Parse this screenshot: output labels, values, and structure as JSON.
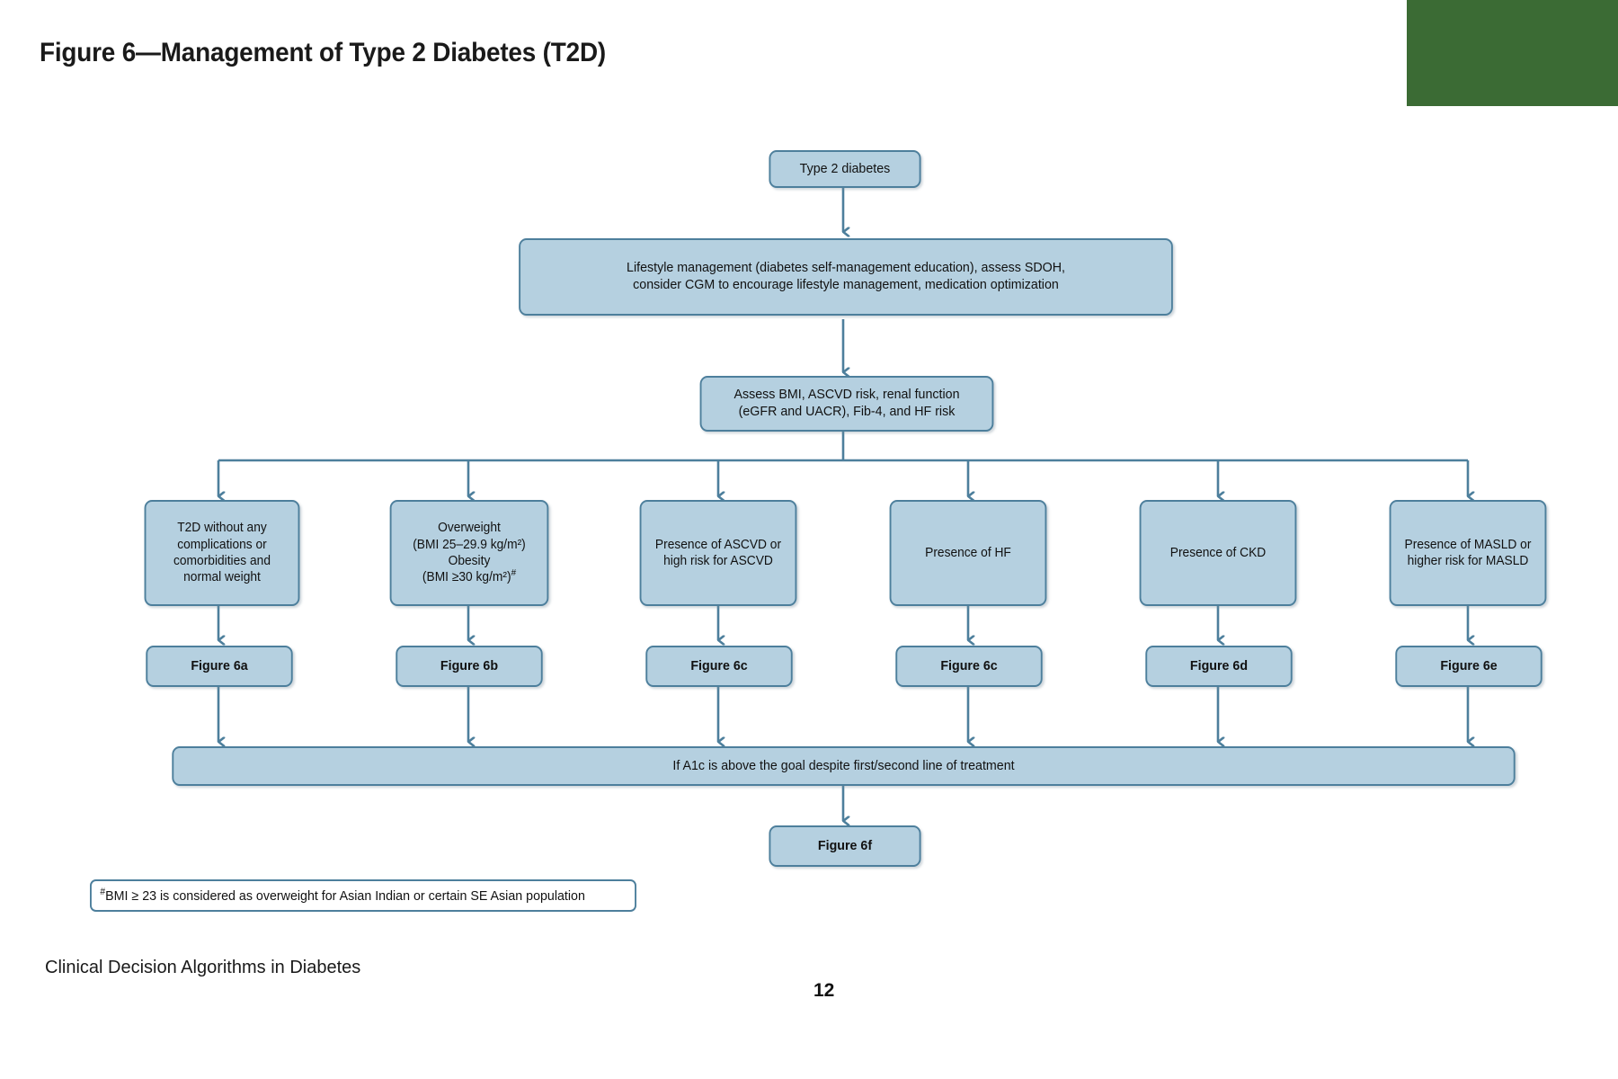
{
  "page": {
    "title": "Figure 6—Management of Type 2 Diabetes (T2D)",
    "footer_left": "Clinical Decision Algorithms in Diabetes",
    "page_number": "12",
    "accent_green": "#3b6b34",
    "box_fill": "#b5d0e0",
    "box_border": "#4d7f9c"
  },
  "nodes": {
    "root": {
      "label": "Type 2 diabetes"
    },
    "lifestyle": {
      "line1": "Lifestyle management (diabetes self-management education), assess SDOH,",
      "line2": "consider CGM to encourage lifestyle management, medication optimization"
    },
    "assess": {
      "line1": "Assess BMI, ASCVD risk, renal function",
      "line2": "(eGFR and UACR), Fib-4, and HF risk"
    },
    "branches": [
      {
        "id": "no-complications",
        "lines": [
          "T2D without any",
          "complications or",
          "comorbidities and",
          "normal weight"
        ],
        "figure": "Figure 6a"
      },
      {
        "id": "overweight-obesity",
        "lines": [
          "Overweight",
          "(BMI 25–29.9 kg/m²)",
          "Obesity",
          "(BMI ≥30 kg/m²)#"
        ],
        "figure": "Figure 6b"
      },
      {
        "id": "ascvd",
        "lines": [
          "Presence of ASCVD or",
          "high risk for ASCVD"
        ],
        "figure": "Figure 6c"
      },
      {
        "id": "hf",
        "lines": [
          "Presence of HF"
        ],
        "figure": "Figure 6c"
      },
      {
        "id": "ckd",
        "lines": [
          "Presence of CKD"
        ],
        "figure": "Figure 6d"
      },
      {
        "id": "masld",
        "lines": [
          "Presence of MASLD or",
          "higher risk for MASLD"
        ],
        "figure": "Figure 6e"
      }
    ],
    "a1c": {
      "label": "If A1c is above the goal despite first/second line of treatment"
    },
    "final": {
      "label": "Figure 6f"
    },
    "footnote": {
      "text": "#BMI ≥ 23 is considered as overweight for Asian Indian or certain SE Asian population"
    }
  },
  "chart_data": {
    "type": "flowchart",
    "title": "Figure 6—Management of Type 2 Diabetes (T2D)",
    "flow": [
      {
        "from": "Type 2 diabetes",
        "to": "Lifestyle management (diabetes self-management education), assess SDOH, consider CGM to encourage lifestyle management, medication optimization"
      },
      {
        "from": "Lifestyle management",
        "to": "Assess BMI, ASCVD risk, renal function (eGFR and UACR), Fib-4, and HF risk"
      },
      {
        "from": "Assess BMI, ASCVD risk, renal function",
        "to": "T2D without any complications or comorbidities and normal weight"
      },
      {
        "from": "Assess BMI, ASCVD risk, renal function",
        "to": "Overweight (BMI 25–29.9 kg/m²) Obesity (BMI ≥30 kg/m²)#"
      },
      {
        "from": "Assess BMI, ASCVD risk, renal function",
        "to": "Presence of ASCVD or high risk for ASCVD"
      },
      {
        "from": "Assess BMI, ASCVD risk, renal function",
        "to": "Presence of HF"
      },
      {
        "from": "Assess BMI, ASCVD risk, renal function",
        "to": "Presence of CKD"
      },
      {
        "from": "Assess BMI, ASCVD risk, renal function",
        "to": "Presence of MASLD or higher risk for MASLD"
      },
      {
        "from": "T2D without any complications",
        "to": "Figure 6a"
      },
      {
        "from": "Overweight/Obesity",
        "to": "Figure 6b"
      },
      {
        "from": "Presence of ASCVD",
        "to": "Figure 6c"
      },
      {
        "from": "Presence of HF",
        "to": "Figure 6c"
      },
      {
        "from": "Presence of CKD",
        "to": "Figure 6d"
      },
      {
        "from": "Presence of MASLD",
        "to": "Figure 6e"
      },
      {
        "from": "Figure 6a/6b/6c/6c/6d/6e",
        "to": "If A1c is above the goal despite first/second line of treatment"
      },
      {
        "from": "If A1c is above the goal despite first/second line of treatment",
        "to": "Figure 6f"
      }
    ]
  }
}
